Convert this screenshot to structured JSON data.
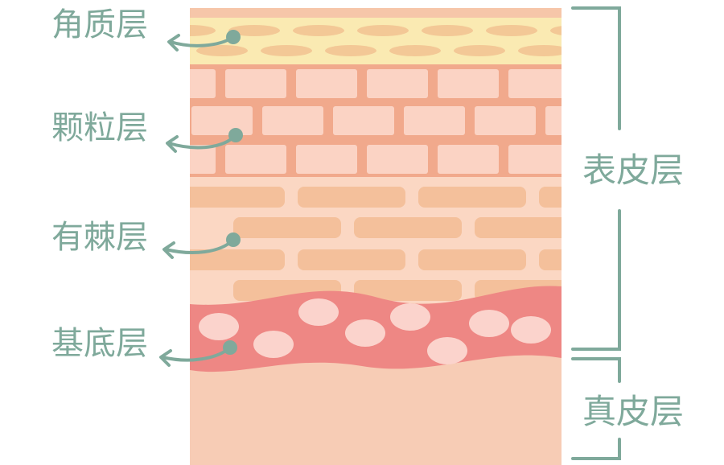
{
  "layer_labels": {
    "stratum_corneum": "角质层",
    "stratum_granulosum": "颗粒层",
    "stratum_spinosum": "有棘层",
    "stratum_basale": "基底层"
  },
  "bracket_labels": {
    "epidermis": "表皮层",
    "dermis": "真皮层"
  },
  "colors": {
    "label_teal": "#7fa99b",
    "pointer_dot": "#7fa99b",
    "corneum_fill": "#faeab2",
    "corneum_cells": "#f3c896",
    "granulosum_fill": "#f1a98c",
    "granulosum_cells": "#fbd3c4",
    "spinosum_fill": "#fbd7c3",
    "spinosum_cells": "#f4c09b",
    "basale_fill": "#ee8784",
    "basale_cells": "#fbd3cc",
    "dermis_fill": "#f7ccb5"
  }
}
